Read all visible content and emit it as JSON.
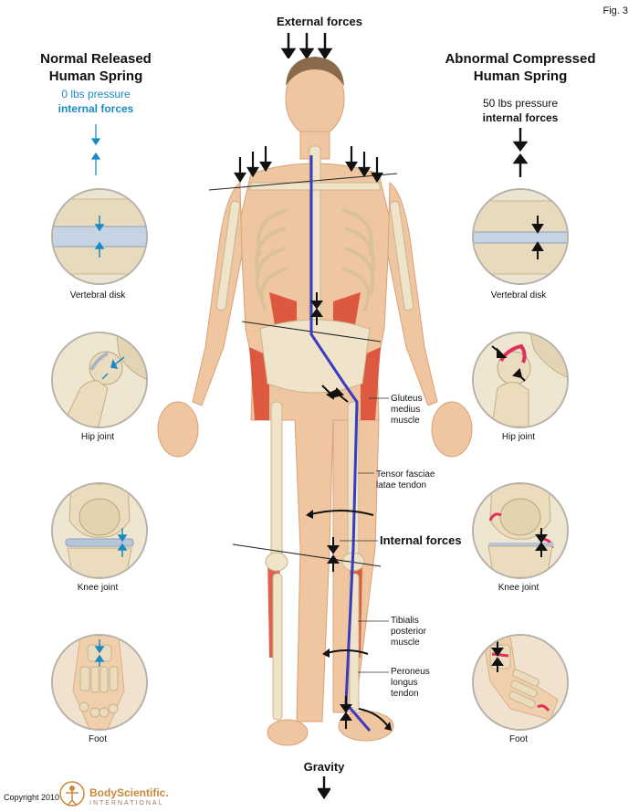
{
  "fig_label": "Fig. 3",
  "top_label": "External forces",
  "left_panel": {
    "title_line1": "Normal Released",
    "title_line2": "Human Spring",
    "pressure": "0 lbs pressure",
    "forces": "internal forces",
    "color": "#1b8ac4"
  },
  "right_panel": {
    "title_line1": "Abnormal Compressed",
    "title_line2": "Human Spring",
    "pressure": "50 lbs pressure",
    "forces": "internal forces",
    "color": "#111111"
  },
  "circles_left": [
    "Vertebral disk",
    "Hip joint",
    "Knee joint",
    "Foot"
  ],
  "circles_right": [
    "Vertebral disk",
    "Hip joint",
    "Knee joint",
    "Foot"
  ],
  "labels": {
    "gluteus_1": "Gluteus",
    "gluteus_2": "medius",
    "gluteus_3": "muscle",
    "tensor_1": "Tensor fasciae",
    "tensor_2": "latae tendon",
    "internal_forces": "Internal forces",
    "tibialis_1": "Tibialis",
    "tibialis_2": "posterior",
    "tibialis_3": "muscle",
    "peroneus_1": "Peroneus",
    "peroneus_2": "longus",
    "peroneus_3": "tendon"
  },
  "bottom_label": "Gravity",
  "copyright": "Copyright 2010",
  "logo": {
    "line1": "BodyScientific.",
    "line2": "INTERNATIONAL"
  },
  "colors": {
    "accent_blue": "#1b8ac4",
    "bone": "#efe3c9",
    "muscle": "#d9452f",
    "skin": "#efc6a0",
    "line_blue": "#3b3bbf",
    "inflamed": "#e0305a"
  }
}
